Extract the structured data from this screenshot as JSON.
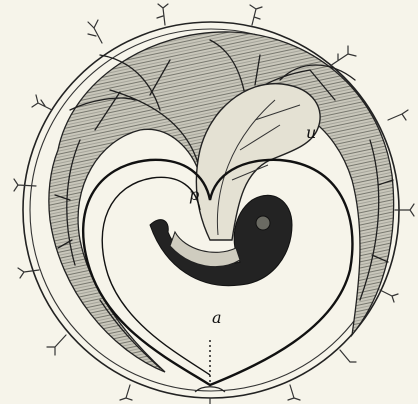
{
  "figure": {
    "labels": {
      "p": "p",
      "u": "u",
      "a": "a"
    },
    "colors": {
      "background": "#f6f4ea",
      "ink": "#111111",
      "shade": "#8a8a80",
      "embryo": "#232323"
    }
  }
}
